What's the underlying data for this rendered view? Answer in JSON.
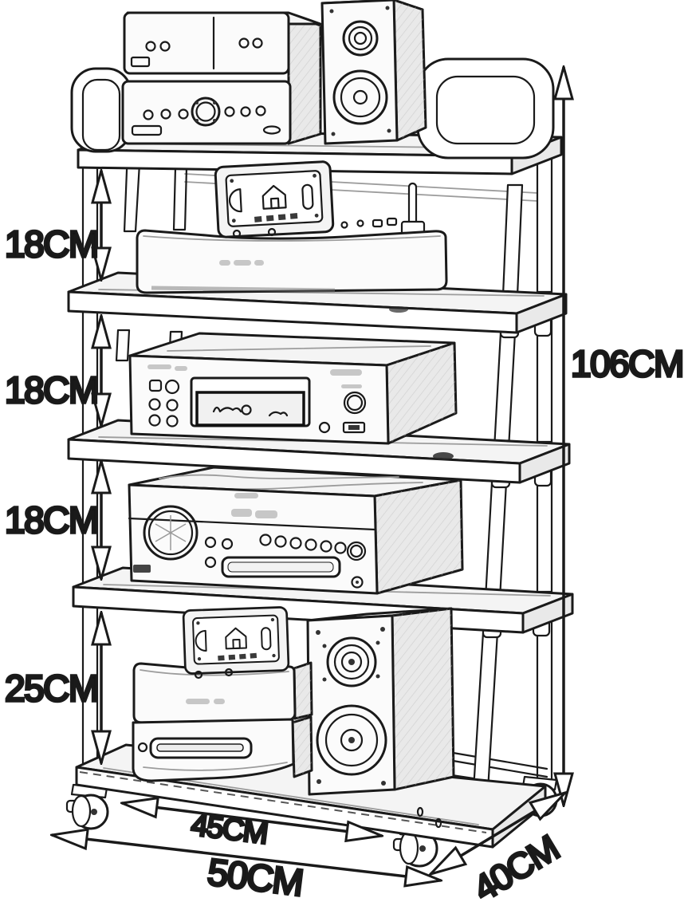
{
  "figure": {
    "type": "product-dimension-diagram",
    "subject": "Five-tier audio equipment rack trolley on caster wheels, black-and-white line drawing",
    "background_color": "#ffffff",
    "line_color": "#1a1a1a",
    "label_color": "#141414"
  },
  "labels": {
    "gap1": "18CM",
    "gap2": "18CM",
    "gap3": "18CM",
    "gap4": "25CM",
    "height": "106CM",
    "inner_width": "45CM",
    "width": "50CM",
    "depth": "40CM"
  },
  "values_cm": {
    "shelf_clearances": [
      18,
      18,
      18,
      25
    ],
    "overall_height": 106,
    "inner_width": 45,
    "overall_width": 50,
    "depth": 40
  }
}
